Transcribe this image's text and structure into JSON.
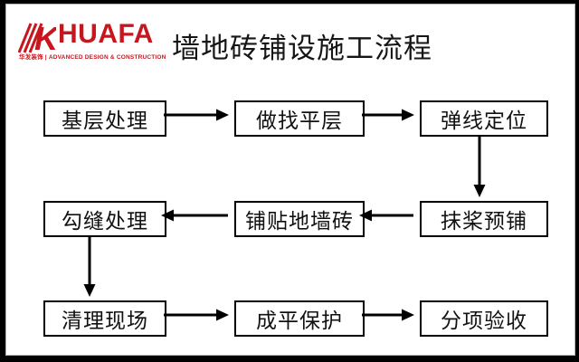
{
  "page": {
    "title": "墙地砖铺设施工流程",
    "logo": {
      "brand": "HUAFA",
      "mark": "K",
      "tagline": "华发装饰 | ADVANCED DESIGN & CONSTRUCTION",
      "brand_color": "#C8161E"
    }
  },
  "flow": {
    "nodes": [
      {
        "label": "基层处理"
      },
      {
        "label": "做找平层"
      },
      {
        "label": "弹线定位"
      },
      {
        "label": "抹桨预铺"
      },
      {
        "label": "铺贴地墙砖"
      },
      {
        "label": "勾缝处理"
      },
      {
        "label": "清理现场"
      },
      {
        "label": "成平保护"
      },
      {
        "label": "分项验收"
      }
    ],
    "edges": [
      "基层处理→做找平层",
      "做找平层→弹线定位",
      "弹线定位→抹桨预铺",
      "抹桨预铺→铺贴地墙砖",
      "铺贴地墙砖→勾缝处理",
      "勾缝处理→清理现场",
      "清理现场→成平保护",
      "成平保护→分项验收"
    ],
    "line_color": "#000000"
  }
}
